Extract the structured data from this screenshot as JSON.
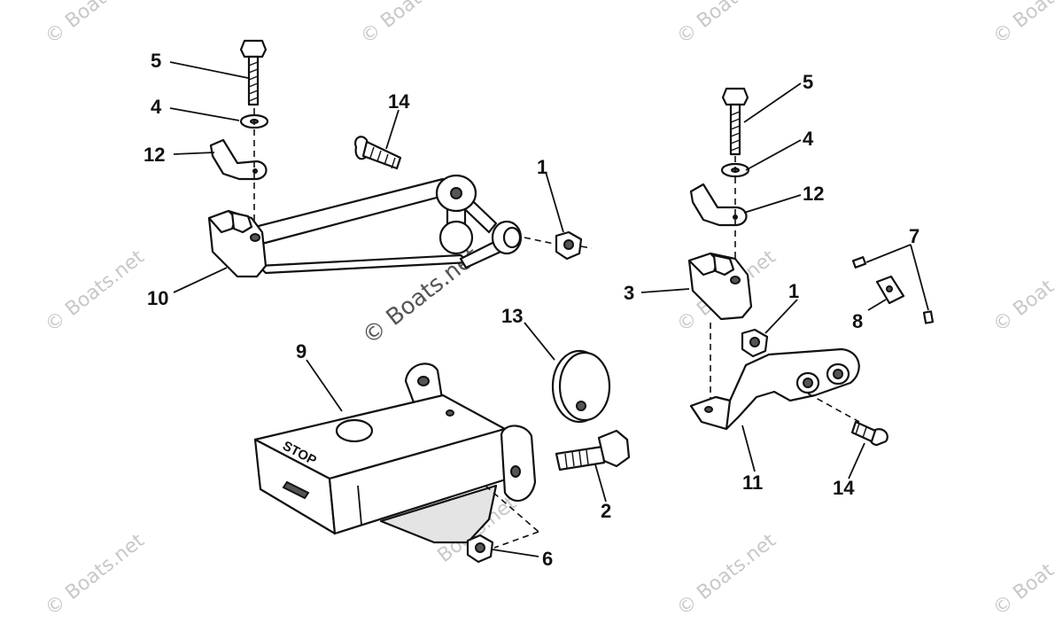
{
  "watermark": {
    "short": "© Boats.n",
    "full": "© Boats.net",
    "edge": "© Boat",
    "partial": "Boats.net"
  },
  "callouts": {
    "p1a": "1",
    "p1b": "1",
    "p2": "2",
    "p3": "3",
    "p4a": "4",
    "p4b": "4",
    "p5a": "5",
    "p5b": "5",
    "p6": "6",
    "p7": "7",
    "p8": "8",
    "p9": "9",
    "p10": "10",
    "p11": "11",
    "p12a": "12",
    "p12b": "12",
    "p13": "13",
    "p14a": "14",
    "p14b": "14"
  },
  "labels": {
    "stop": "STOP"
  }
}
